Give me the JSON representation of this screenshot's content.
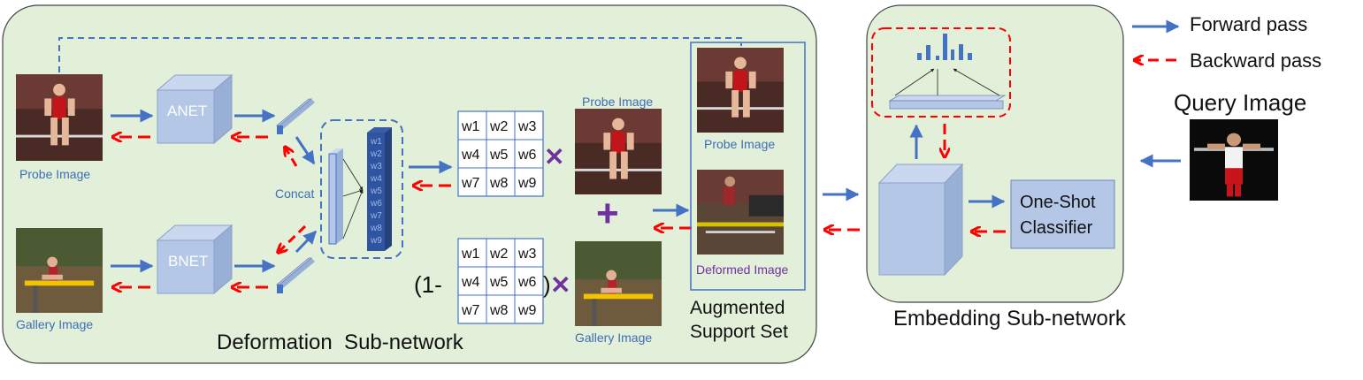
{
  "labels": {
    "probe_left": "Probe Image",
    "gallery_left": "Gallery Image",
    "anet": "ANET",
    "bnet": "BNET",
    "concat": "Concat",
    "probe_mid": "Probe Image",
    "gallery_mid": "Gallery Image",
    "probe_right": "Probe Image",
    "deformed": "Deformed Image",
    "augmented_line1": "Augmented",
    "augmented_line2": "Support Set",
    "deformation_subnetwork": "Deformation  Sub-network",
    "embedding_subnetwork": "Embedding Sub-network",
    "one_shot_line1": "One-Shot",
    "one_shot_line2": "Classifier",
    "query_image": "Query Image",
    "one_minus": "(1-"
  },
  "weight_vector": [
    "w1",
    "w2",
    "w3",
    "w4",
    "w5",
    "w6",
    "w7",
    "w8",
    "w9"
  ],
  "weight_grid_top": [
    [
      "w1",
      "w2",
      "w3"
    ],
    [
      "w4",
      "w5",
      "w6"
    ],
    [
      "w7",
      "w8",
      "w9"
    ]
  ],
  "weight_grid_bottom": [
    [
      "w1",
      "w2",
      "w3"
    ],
    [
      "w4",
      "w5",
      "w6"
    ],
    [
      "w7",
      "w8",
      "w9"
    ]
  ],
  "operators": {
    "times": "✕",
    "plus": "+"
  },
  "legend": [
    {
      "label": "Forward pass",
      "style": "solid-blue-arrow"
    },
    {
      "label": "Backward pass",
      "style": "dashed-red-arrow"
    }
  ],
  "colors": {
    "panel_fill": "#e2efd9",
    "box_fill": "#b4c7e7",
    "forward_blue": "#4472c4",
    "backward_red": "#ff0000",
    "operator_purple": "#7030a0",
    "deformed_label": "#7030a0"
  }
}
